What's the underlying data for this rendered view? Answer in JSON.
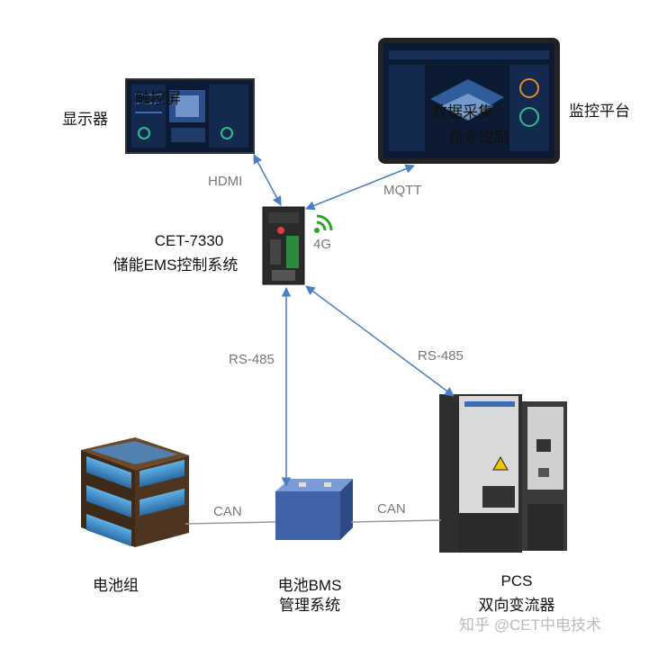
{
  "nodes": {
    "display": {
      "label": "显示器",
      "screen_text": "触控屏"
    },
    "monitor": {
      "label": "监控平台",
      "screen_text_1": "数据采集",
      "screen_text_2": "命令控制"
    },
    "controller": {
      "model": "CET-7330",
      "name": "储能EMS控制系统",
      "signal": "4G"
    },
    "battery": {
      "label": "电池组"
    },
    "bms": {
      "line1": "电池BMS",
      "line2": "管理系统"
    },
    "pcs": {
      "line1": "PCS",
      "line2": "双向变流器"
    }
  },
  "links": {
    "hdmi": "HDMI",
    "mqtt": "MQTT",
    "rs485_bms": "RS-485",
    "rs485_pcs": "RS-485",
    "can_battery": "CAN",
    "can_pcs": "CAN"
  },
  "watermark": "知乎 @CET中电技术",
  "colors": {
    "arrow": "#4a7fc1",
    "can_line": "#999999",
    "signal": "#2aa52a",
    "screen_bg": "#0c1a33"
  }
}
